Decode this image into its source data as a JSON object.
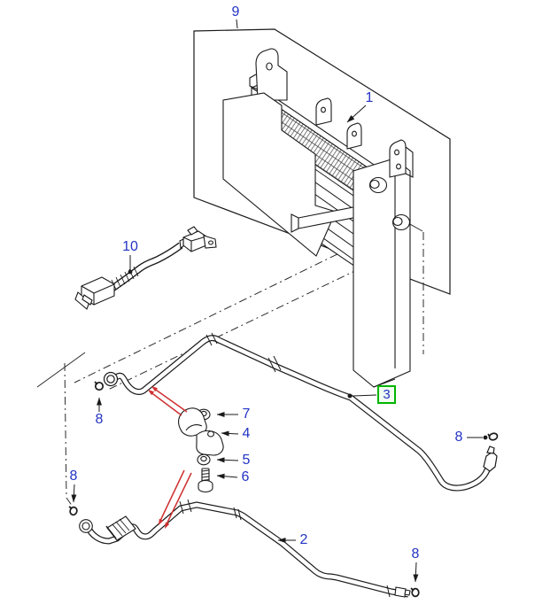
{
  "diagram": {
    "type": "exploded-parts-diagram",
    "callouts": {
      "c9": "9",
      "c1": "1",
      "c10": "10",
      "c3": "3",
      "c7": "7",
      "c4": "4",
      "c5": "5",
      "c6": "6",
      "c2": "2",
      "c8a": "8",
      "c8b": "8",
      "c8c": "8",
      "c8d": "8"
    },
    "colors": {
      "label": "#2333c4",
      "line": "#1a1a1a",
      "red_leader": "#d03030",
      "highlight_border": "#00b400",
      "highlight_fill": "#f0fff0",
      "background": "#ffffff"
    }
  }
}
